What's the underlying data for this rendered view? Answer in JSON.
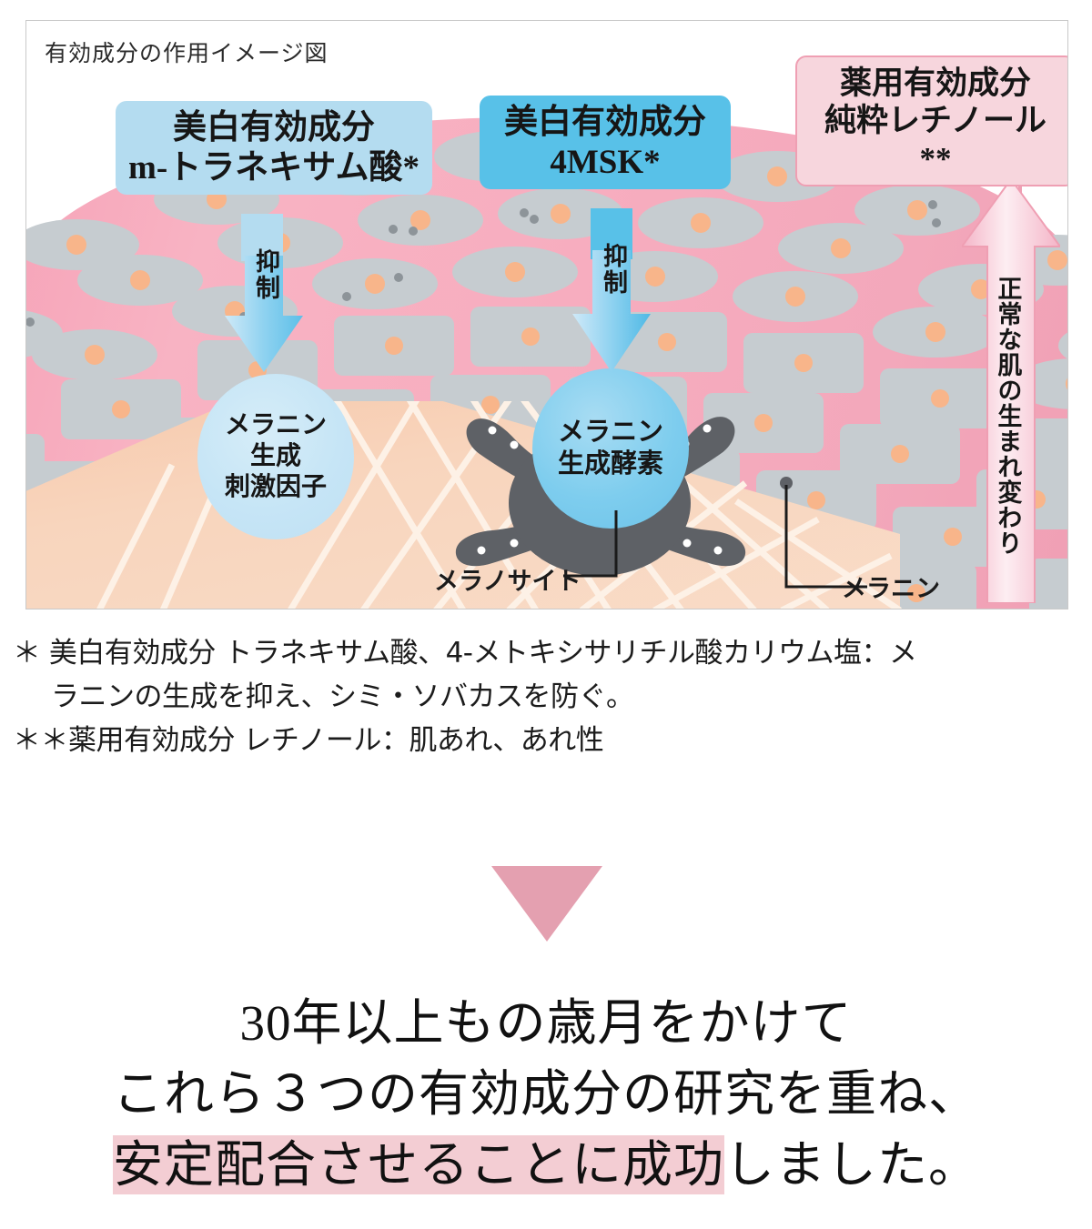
{
  "diagram": {
    "title": "有効成分の作用イメージ図",
    "ingredient_boxes": [
      {
        "line1": "美白有効成分",
        "line2": "m-トラネキサム酸*",
        "color": "#b4dcf0"
      },
      {
        "line1": "美白有効成分",
        "line2": "4MSK*",
        "color": "#58c1e8"
      },
      {
        "line1": "薬用有効成分",
        "line2": "純粋レチノール**",
        "color": "#f7d6dd"
      }
    ],
    "arrow_labels": {
      "suppress_left": "抑制",
      "suppress_right": "抑制"
    },
    "bio_circles": [
      {
        "line1": "メラニン",
        "line2": "生成",
        "line3": "刺激因子"
      },
      {
        "line1": "メラニン",
        "line2": "生成酵素"
      }
    ],
    "leaders": {
      "melanocyte": "メラノサイト",
      "melanin": "メラニン"
    },
    "turnover_label": "正常な肌の生まれ変わり"
  },
  "footnotes": {
    "line1": "＊ 美白有効成分 トラネキサム酸、4-メトキシサリチル酸カリウム塩：メ",
    "line2": "ラニンの生成を抑え、シミ・ソバカスを防ぐ。",
    "line3": "＊＊薬用有効成分 レチノール：肌あれ、あれ性"
  },
  "conclusion": {
    "line1": "30年以上もの歳月をかけて",
    "line2": "これら３つの有効成分の研究を重ね、",
    "line3_highlight": "安定配合させることに成功",
    "line3_tail": "しました。"
  },
  "colors": {
    "blue_light": "#b4dcf0",
    "blue_strong": "#58c1e8",
    "pink_box": "#f7d6dd",
    "pink_border": "#ef9fb3",
    "pink_triangle": "#e4a0b0",
    "highlight": "#f3cdd3",
    "epidermis": "#f7adbf",
    "dermis": "#f8d5bd",
    "cell": "#c6ccd0",
    "nucleus": "#f8b58a",
    "melanocyte_body": "#5e6166"
  }
}
